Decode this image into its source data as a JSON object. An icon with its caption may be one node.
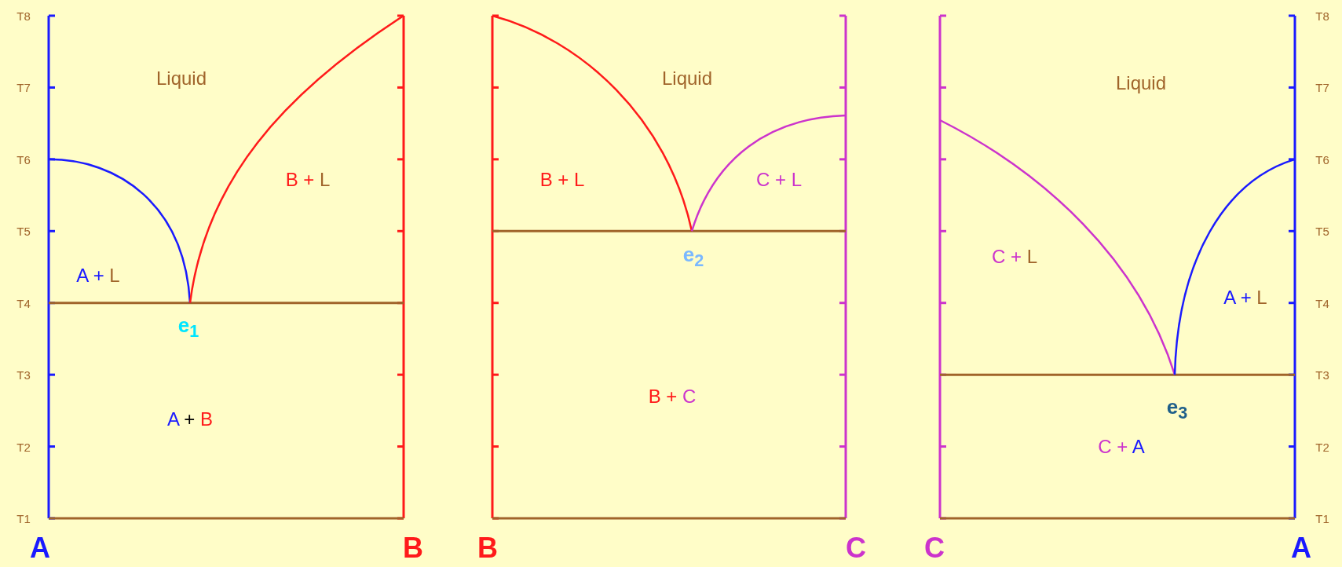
{
  "diagram": {
    "labels": [
      "T8",
      "T7",
      "T6",
      "T5",
      "T4",
      "T3",
      "T2",
      "T1",
      "Liquid",
      "B + L",
      "A + L",
      "e$_{1}$",
      "A + B",
      "A",
      "B",
      "Liquid",
      "B + L",
      "C + L",
      "e$_{2}$",
      "B + C",
      "B",
      "C",
      "Liquid",
      "C + L",
      "A + L",
      "e$_{3}$",
      "C + A",
      "T8",
      "T7",
      "T6",
      "T5",
      "T4",
      "T3",
      "T2",
      "T1",
      "C",
      "A"
    ]
  }
}
